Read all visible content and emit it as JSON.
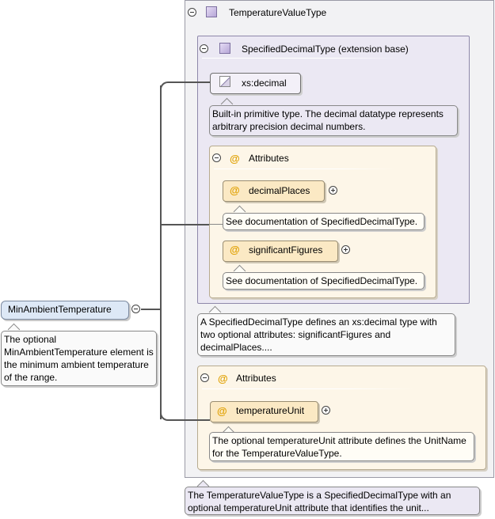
{
  "element": {
    "name": "MinAmbientTemperature",
    "doc": "The optional MinAmbientTemperature element is the minimum ambient temperature of the range."
  },
  "complex_type": {
    "name": "TemperatureValueType",
    "doc": "The TemperatureValueType is a SpecifiedDecimalType with an optional temperatureUnit attribute that identifies the unit..."
  },
  "extension": {
    "name": "SpecifiedDecimalType (extension base)",
    "doc": "A SpecifiedDecimalType defines an xs:decimal type with two optional attributes: significantFigures and decimalPlaces....",
    "base_type": {
      "name": "xs:decimal",
      "doc": "Built-in primitive type. The decimal datatype represents arbitrary precision decimal numbers."
    },
    "attributes": {
      "label": "Attributes",
      "items": [
        {
          "name": "decimalPlaces",
          "doc": "See documentation of SpecifiedDecimalType."
        },
        {
          "name": "significantFigures",
          "doc": "See documentation of SpecifiedDecimalType."
        }
      ]
    }
  },
  "own_attributes": {
    "label": "Attributes",
    "items": [
      {
        "name": "temperatureUnit",
        "doc": "The optional temperatureUnit attribute defines the UnitName for the TemperatureValueType."
      }
    ]
  },
  "icons": {
    "at_symbol": "@",
    "collapse": "minus-circle-icon",
    "expand": "plus-circle-icon",
    "type": "complex-type-icon",
    "primitive": "primitive-type-icon"
  },
  "colors": {
    "element_fill": "#dde8f6",
    "type_box": "#f2f2f4",
    "extension_box": "#ebe8f3",
    "attributes_box": "#fdf6e8",
    "attribute_pill": "#fbe9c4",
    "attr_icon": "#e0a000"
  }
}
